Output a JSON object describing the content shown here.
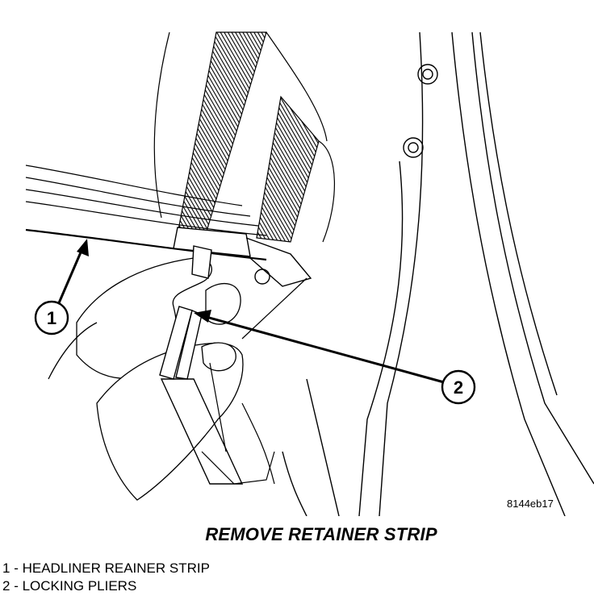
{
  "figure": {
    "id": "8144eb17",
    "title": "REMOVE RETAINER STRIP"
  },
  "callouts": [
    {
      "number": "1",
      "label": "HEADLINER REAINER STRIP"
    },
    {
      "number": "2",
      "label": "LOCKING PLIERS"
    }
  ],
  "legend_separator": " - "
}
